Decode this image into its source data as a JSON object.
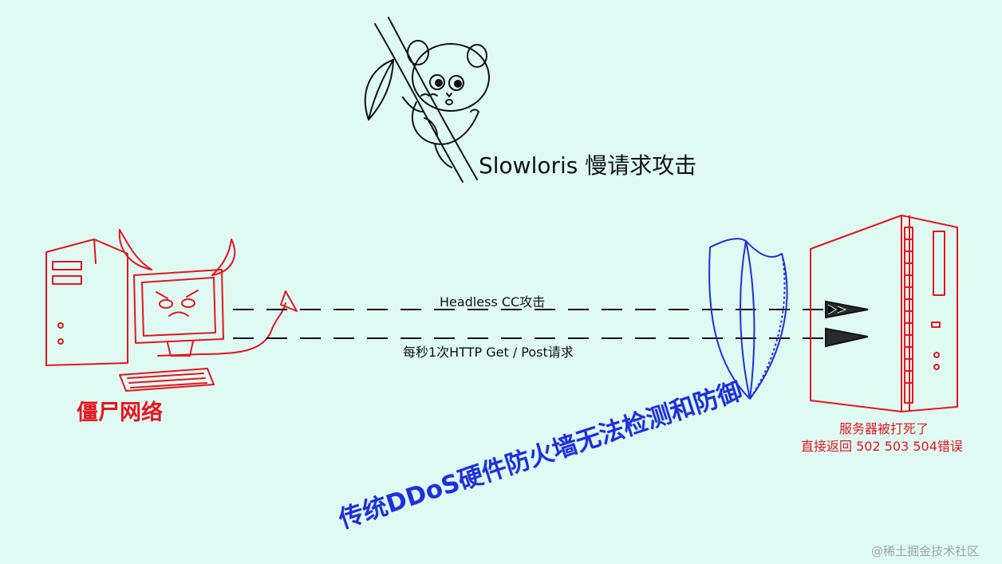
{
  "title": "Slowloris 慢请求攻击",
  "attack_label": "Headless CC攻击",
  "rate_label": "每秒1次HTTP Get / Post请求",
  "botnet_label": "僵尸网络",
  "server_label_line1": "服务器被打死了",
  "server_label_line2": "直接返回 502 503 504错误",
  "firewall_label": "传统DDoS硬件防火墙无法检测和防御",
  "watermark": "@稀土掘金技术社区",
  "colors": {
    "background": "#defaf3",
    "botnet": "#e8141c",
    "firewall": "#1f2fe0",
    "text": "#111111",
    "watermark": "#9aa7a4"
  },
  "icons": [
    "slow-loris-icon",
    "devil-computer-icon",
    "shield-icon",
    "server-icon",
    "arrowhead-icon"
  ]
}
